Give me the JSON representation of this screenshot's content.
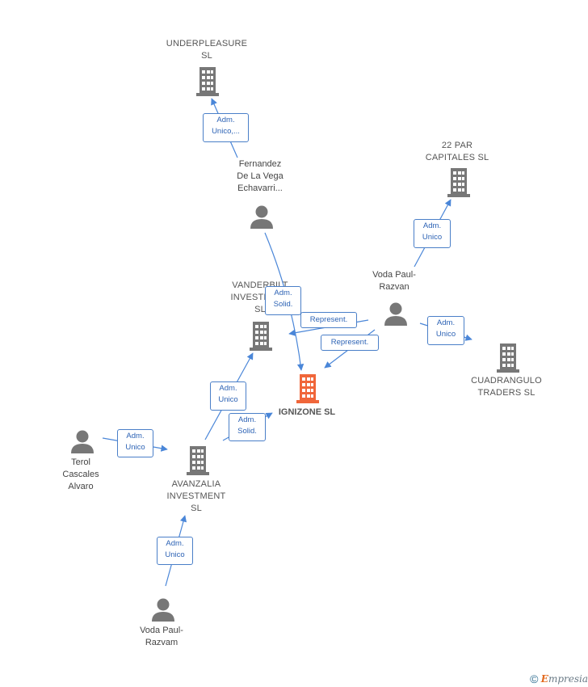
{
  "colors": {
    "edge": "#4a86d8",
    "node_gray": "#777777",
    "focus": "#f0663a",
    "badge_border": "#4a7fc8",
    "badge_text": "#2d63b5"
  },
  "nodes": {
    "underpleasure": {
      "line1": "UNDERPLEASURE",
      "line2": "SL",
      "icon": "building-icon"
    },
    "fernandez": {
      "line1": "Fernandez",
      "line2": "De La Vega",
      "line3": "Echavarri...",
      "icon": "person-icon"
    },
    "par22": {
      "line1": "22 PAR",
      "line2": "CAPITALES  SL",
      "icon": "building-icon"
    },
    "voda_razvan": {
      "line1": "Voda Paul-",
      "line2": "Razvan",
      "icon": "person-icon"
    },
    "vanderbilt": {
      "line1": "VANDERBILT",
      "line2": "INVESTMENT",
      "line3": "SL",
      "icon": "building-icon"
    },
    "ignizone": {
      "line1": "IGNIZONE  SL",
      "icon": "building-icon"
    },
    "cuadrangulo": {
      "line1": "CUADRANGULO",
      "line2": "TRADERS  SL",
      "icon": "building-icon"
    },
    "terol": {
      "line1": "Terol",
      "line2": "Cascales",
      "line3": "Alvaro",
      "icon": "person-icon"
    },
    "avanzalia": {
      "line1": "AVANZALIA",
      "line2": "INVESTMENT",
      "line3": "SL",
      "icon": "building-icon"
    },
    "voda_razvam": {
      "line1": "Voda Paul-",
      "line2": "Razvam",
      "icon": "person-icon"
    }
  },
  "edges": {
    "e1": {
      "line1": "Adm.",
      "line2": "Unico,..."
    },
    "e2": {
      "line1": "Adm.",
      "line2": "Unico"
    },
    "e3": {
      "line1": "Adm.",
      "line2": "Solid."
    },
    "e4": {
      "line1": "Represent."
    },
    "e5": {
      "line1": "Represent."
    },
    "e6": {
      "line1": "Adm.",
      "line2": "Unico"
    },
    "e7": {
      "line1": "Adm.",
      "line2": "Unico"
    },
    "e8": {
      "line1": "Adm.",
      "line2": "Unico"
    },
    "e9": {
      "line1": "Adm.",
      "line2": "Solid."
    },
    "e10": {
      "line1": "Adm.",
      "line2": "Unico"
    }
  },
  "footer": {
    "copyright": "©",
    "brand_initial": "E",
    "brand_rest": "mpresia"
  }
}
